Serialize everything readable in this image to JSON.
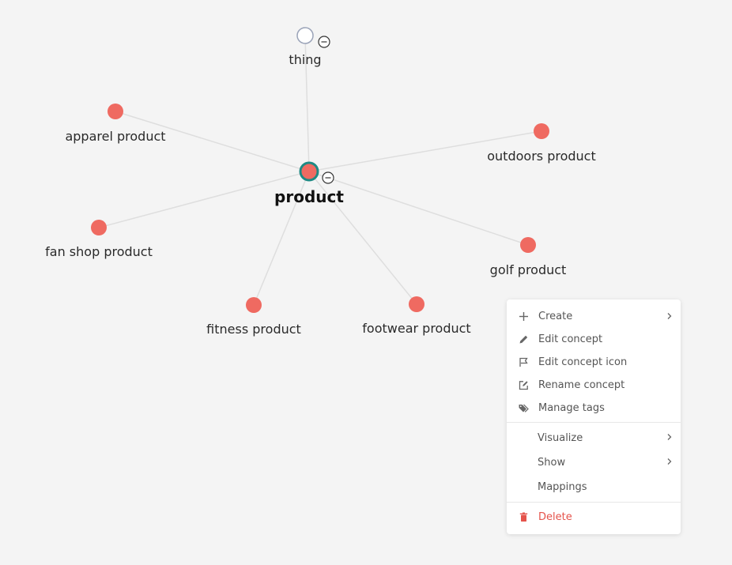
{
  "graph": {
    "focus": {
      "id": "product",
      "label": "product"
    },
    "parent": {
      "id": "thing",
      "label": "thing"
    },
    "children": [
      {
        "id": "apparel",
        "label": "apparel product"
      },
      {
        "id": "outdoors",
        "label": "outdoors product"
      },
      {
        "id": "fanshop",
        "label": "fan shop product"
      },
      {
        "id": "golf",
        "label": "golf product"
      },
      {
        "id": "fitness",
        "label": "fitness product"
      },
      {
        "id": "footwear",
        "label": "footwear product"
      }
    ],
    "colors": {
      "child_node": "#ef6a61",
      "focus_ring": "#1f8a84",
      "parent_node_stroke": "#9aa3b8",
      "edge": "#dedede"
    }
  },
  "context_menu": {
    "items": [
      {
        "id": "create",
        "label": "Create",
        "icon": "plus-icon",
        "submenu": true
      },
      {
        "id": "edit-concept",
        "label": "Edit concept",
        "icon": "pencil-icon",
        "submenu": false
      },
      {
        "id": "edit-concept-icon",
        "label": "Edit concept icon",
        "icon": "flag-icon",
        "submenu": false
      },
      {
        "id": "rename-concept",
        "label": "Rename concept",
        "icon": "edit-square-icon",
        "submenu": false
      },
      {
        "id": "manage-tags",
        "label": "Manage tags",
        "icon": "tags-icon",
        "submenu": false
      }
    ],
    "secondary": [
      {
        "id": "visualize",
        "label": "Visualize",
        "submenu": true
      },
      {
        "id": "show",
        "label": "Show",
        "submenu": true
      },
      {
        "id": "mappings",
        "label": "Mappings",
        "submenu": false
      }
    ],
    "delete": {
      "id": "delete",
      "label": "Delete",
      "icon": "trash-icon",
      "color": "#e5534b"
    }
  }
}
